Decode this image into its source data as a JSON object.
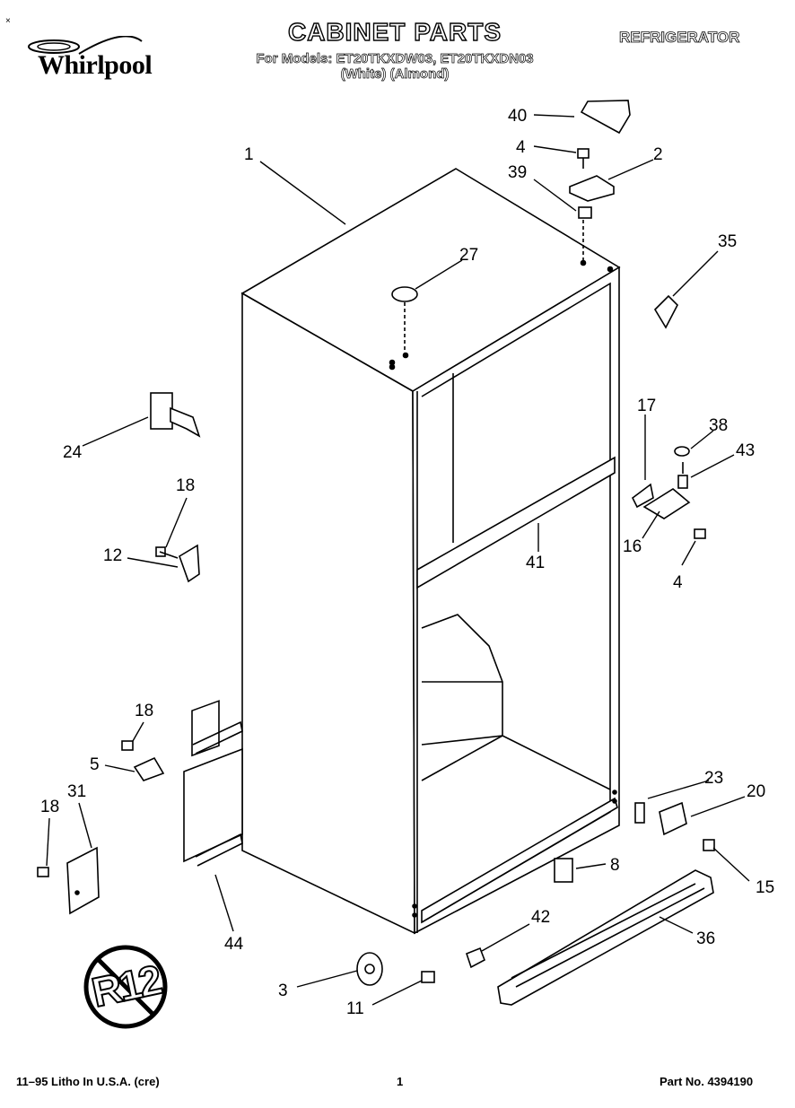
{
  "header": {
    "brand": "Whirlpool",
    "title": "CABINET PARTS",
    "category": "REFRIGERATOR",
    "models_line": "For Models: ET20TKXDW03, ET20TKXDN03",
    "variants_line": "(White)    (Almond)"
  },
  "corner_mark": "×",
  "badge": {
    "text": "R12"
  },
  "callouts": {
    "c1": "1",
    "c2": "2",
    "c3": "3",
    "c4a": "4",
    "c4b": "4",
    "c5": "5",
    "c8": "8",
    "c11": "11",
    "c12": "12",
    "c15": "15",
    "c16": "16",
    "c17": "17",
    "c18a": "18",
    "c18b": "18",
    "c18c": "18",
    "c20": "20",
    "c23": "23",
    "c24": "24",
    "c27": "27",
    "c31": "31",
    "c35": "35",
    "c36": "36",
    "c38": "38",
    "c39": "39",
    "c40": "40",
    "c41": "41",
    "c42": "42",
    "c43": "43",
    "c44": "44"
  },
  "footer": {
    "left": "11–95 Litho In U.S.A. (cre)",
    "center": "1",
    "right": "Part No. 4394190"
  }
}
